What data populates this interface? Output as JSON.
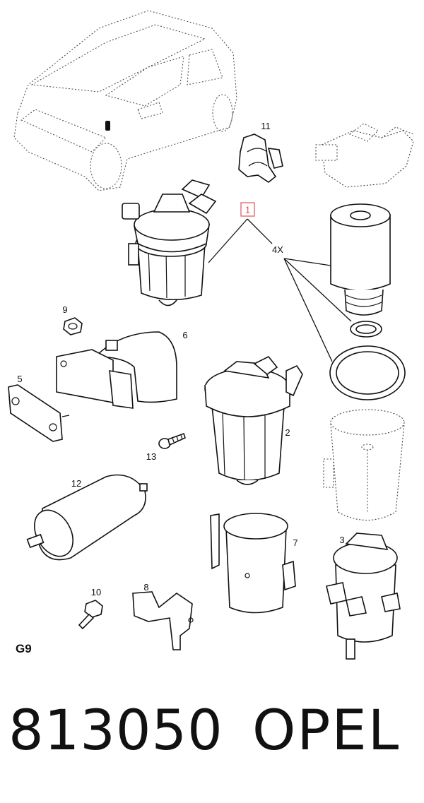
{
  "diagram": {
    "group_code": "G9",
    "multiplier": "4X",
    "callouts": {
      "c1": "1",
      "c2": "2",
      "c3": "3",
      "c5": "5",
      "c6": "6",
      "c7": "7",
      "c8": "8",
      "c9": "9",
      "c10": "10",
      "c11": "11",
      "c12": "12",
      "c13": "13"
    },
    "highlight_color": "#e0525f"
  },
  "footer": {
    "part_number": "813050",
    "brand": "OPEL"
  }
}
